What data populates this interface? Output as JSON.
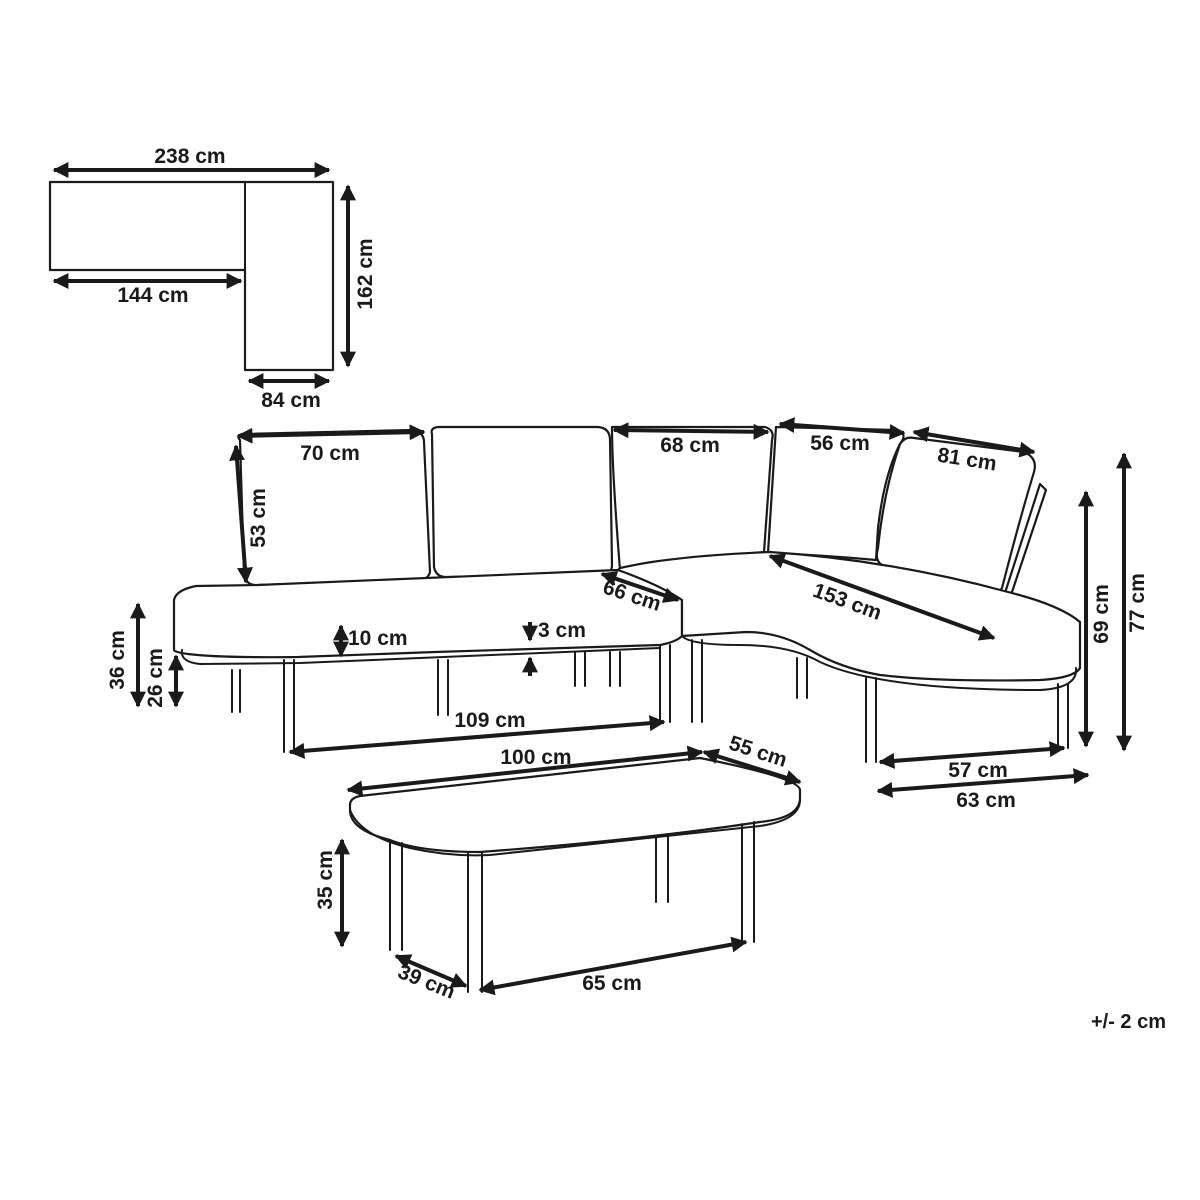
{
  "top_view": {
    "width_total": "238 cm",
    "width_front": "144 cm",
    "depth_total": "162 cm",
    "depth_end": "84 cm"
  },
  "sofa": {
    "back_cushion_width_left": "70 cm",
    "back_cushion_height": "53 cm",
    "back_cushion_width_mid": "68 cm",
    "back_cushion_width_corner": "56 cm",
    "back_cushion_width_right": "81 cm",
    "seat_depth": "66 cm",
    "curved_seat_length": "153 cm",
    "seat_height": "36 cm",
    "frame_height": "26 cm",
    "cushion_thickness": "10 cm",
    "gap": "3 cm",
    "leg_span": "109 cm",
    "height_arm": "69 cm",
    "height_total": "77 cm",
    "end_leg_span": "57 cm",
    "end_width": "63 cm"
  },
  "table": {
    "length": "100 cm",
    "depth": "55 cm",
    "height": "35 cm",
    "leg_span_depth": "39 cm",
    "leg_span_length": "65 cm"
  },
  "tolerance_note": "+/- 2 cm"
}
